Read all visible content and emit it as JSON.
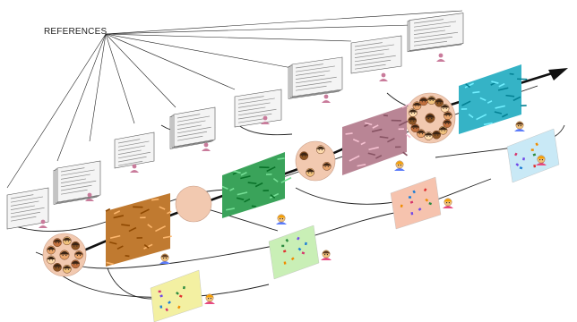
{
  "references_label": "REFERENCES",
  "colors": {
    "line": "#222222",
    "arrow": "#111111",
    "page_fill": "#f4f4f4",
    "page_text": "#8a8a8a",
    "person": "#c97b9b",
    "circle_fill": "#f2c9b0",
    "stage_images": [
      "#c07a30",
      "#3aa35a",
      "#b98595",
      "#35b3c6"
    ],
    "sheet_images": [
      "#f3f0a2",
      "#c9efb6",
      "#f6c3ae",
      "#c9e9f6"
    ],
    "face_tones": [
      "#e9a56c",
      "#c2703e",
      "#f1c27d",
      "#8d5524",
      "#ffdbac"
    ]
  },
  "icons": {
    "reference_document": "document-icon",
    "person": "person-icon",
    "kid_face": "kid-face-icon",
    "faces_cluster": "faces-circle",
    "photo_thumbnail": "photo-thumbnail",
    "note_sheet": "note-sheet",
    "progress_arrow": "arrow-icon"
  }
}
